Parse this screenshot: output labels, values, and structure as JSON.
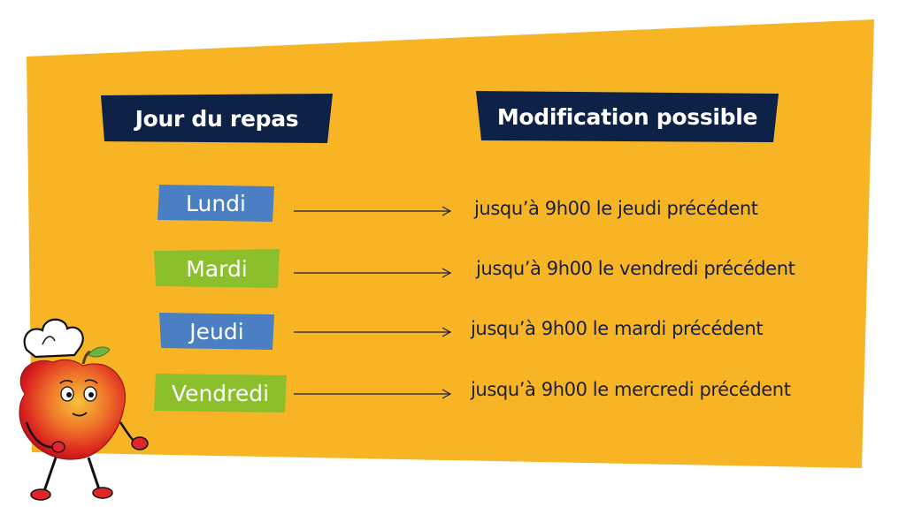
{
  "colors": {
    "panel": "#F7B526",
    "header_bg": "#0E2146",
    "tag_blue": "#4A7FC4",
    "tag_green": "#8BBF2B",
    "text_dark": "#1a1f3a"
  },
  "headers": {
    "day": "Jour du repas",
    "modification": "Modification possible"
  },
  "rows": [
    {
      "day": "Lundi",
      "deadline": "jusqu’à 9h00 le jeudi précédent",
      "tag_color": "blue"
    },
    {
      "day": "Mardi",
      "deadline": "jusqu’à 9h00 le vendredi précédent",
      "tag_color": "green"
    },
    {
      "day": "Jeudi",
      "deadline": "jusqu’à 9h00 le mardi précédent",
      "tag_color": "blue"
    },
    {
      "day": "Vendredi",
      "deadline": "jusqu’à 9h00 le mercredi précédent",
      "tag_color": "green"
    }
  ],
  "mascot": {
    "icon": "apple-chef-mascot"
  }
}
